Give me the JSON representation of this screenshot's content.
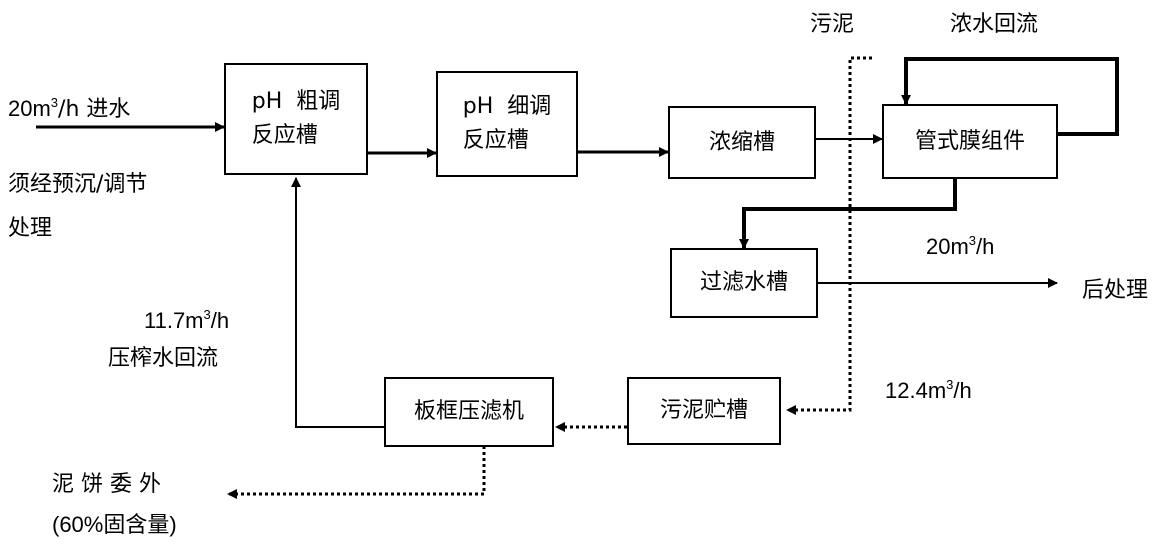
{
  "inflow": {
    "rate": "20m",
    "sup": "3",
    "unit": "/h 进水",
    "note_line1": "须经预沉/调节",
    "note_line2": "处理"
  },
  "boxes": {
    "coarse_ph": {
      "line1": "pH  粗调",
      "line2": "反应槽"
    },
    "fine_ph": {
      "line1": "pH  细调",
      "line2": "反应槽"
    },
    "concentration": {
      "label": "浓缩槽"
    },
    "membrane": {
      "label": "管式膜组件"
    },
    "filtrate_tank": {
      "label": "过滤水槽"
    },
    "sludge_tank": {
      "label": "污泥贮槽"
    },
    "filter_press": {
      "label": "板框压滤机"
    }
  },
  "labels": {
    "sludge": "污泥",
    "concentrate_return": "浓水回流",
    "membrane_out": {
      "rate": "20m",
      "sup": "3",
      "unit": "/h"
    },
    "post_treatment": "后处理",
    "sludge_flow": {
      "rate": "12.4m",
      "sup": "3",
      "unit": "/h"
    },
    "press_return": {
      "rate": "11.7m",
      "sup": "3",
      "unit": "/h",
      "text": "压榨水回流"
    },
    "cake": {
      "line1": "泥 饼 委 外",
      "line2": "(60%固含量)"
    }
  }
}
